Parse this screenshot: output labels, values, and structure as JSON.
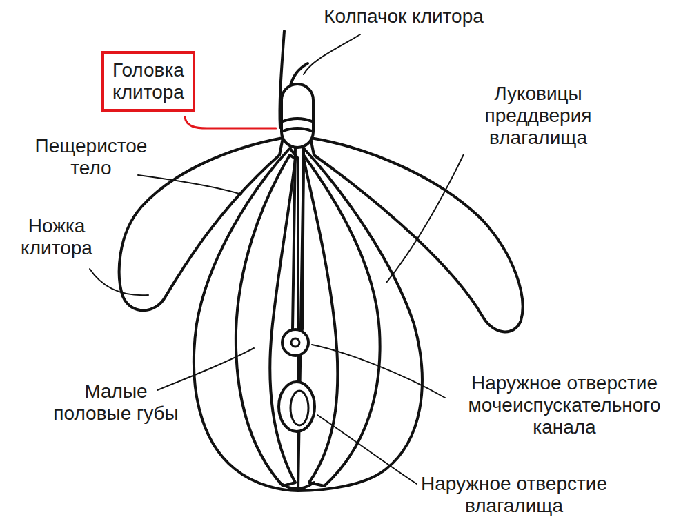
{
  "diagram": {
    "nodes": [
      {
        "text": [
          "Головка клитора"
        ]
      }
    ],
    "labels": [
      "Колпачок клитора",
      "Луковицы преддверия влагалища",
      "Пещеристое тело",
      "Ножка клитора",
      "Малые половые губы",
      "Наружное отверстие мочеиспускательного канала",
      "Наружное отверстие влагалища"
    ]
  }
}
